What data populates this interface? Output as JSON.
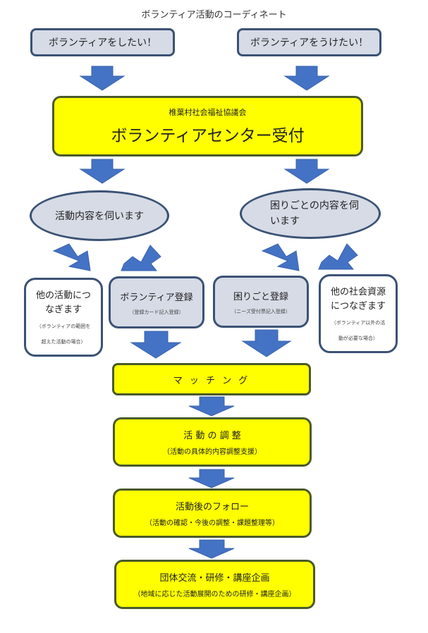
{
  "title": "ボランティア活動のコーディネート",
  "top": {
    "left_label": "ボランティアをしたい！",
    "right_label": "ボランティアをうけたい！"
  },
  "center": {
    "org": "椎葉村社会福祉協議会",
    "name": "ボランティアセンター受付"
  },
  "inquiry": {
    "left": "活動内容を伺います",
    "right_line1": "困りごとの内容を伺",
    "right_line2": "います"
  },
  "branches": {
    "other_activity": {
      "line1": "他の活動につ",
      "line2": "なぎます",
      "note1": "（ボランティアの範囲を",
      "note2": "超えた活動の場合）"
    },
    "volunteer_register": {
      "label": "ボランティア登録",
      "note": "（登録カード記入登録）"
    },
    "need_register": {
      "label": "困りごと登録",
      "note": "（ニーズ受付票記入登録）"
    },
    "other_resource": {
      "line1": "他の社会資源",
      "line2": "につなぎます",
      "note1": "（ボランティア以外の活",
      "note2": "動が必要な場合）"
    }
  },
  "steps": [
    {
      "label": "マ ッ チ ン グ",
      "note": ""
    },
    {
      "label": "活 動 の 調 整",
      "note": "（活動の具体的内容調整支援）"
    },
    {
      "label": "活動後のフォロー",
      "note": "（活動の確認・今後の調整・課題整理等）"
    },
    {
      "label": "団体交流・研修・講座企画",
      "note": "（地域に応じた活動展開のための研修・講座企画）"
    }
  ],
  "colors": {
    "arrow": "#4472c4",
    "yellow": "#ffff00",
    "gray_fill": "#d6dbe6",
    "border": "#3b5275"
  }
}
